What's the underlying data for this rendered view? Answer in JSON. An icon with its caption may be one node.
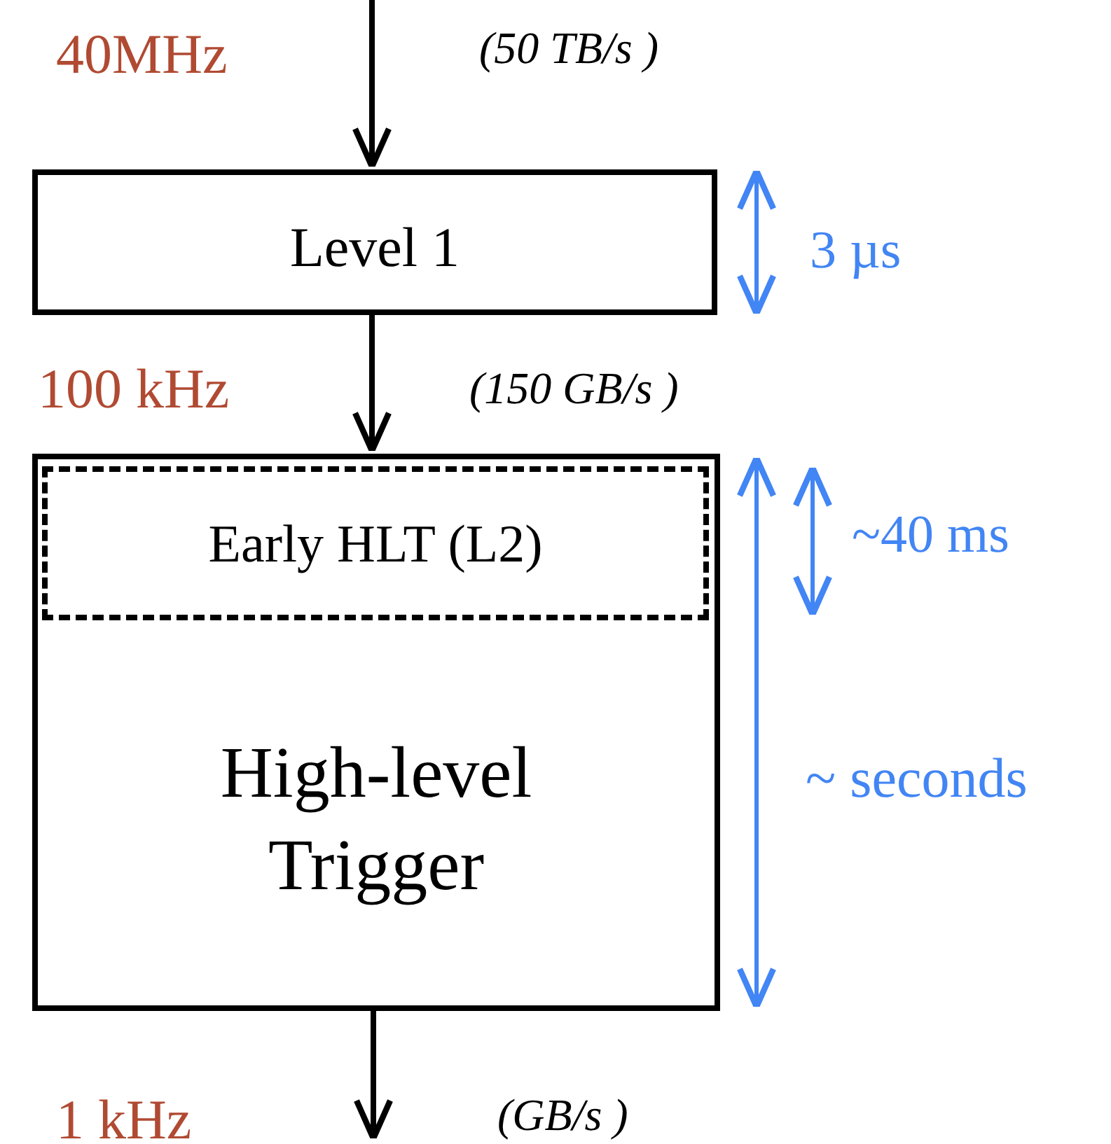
{
  "diagram": {
    "nodes": [
      {
        "text": [
          "Level 1"
        ],
        "beside": [
          "3 µs"
        ]
      },
      {
        "text": [
          "High-level Trigger"
        ],
        "beside": [
          "~ seconds"
        ]
      },
      {
        "text": [
          "Early HLT (L2)"
        ],
        "in": 1,
        "beside": [
          "~40 ms"
        ]
      }
    ],
    "edges": [
      {
        "from": null,
        "to": 0,
        "arrow": "to"
      },
      {
        "from": 0,
        "to": 1,
        "arrow": "to"
      },
      {
        "from": 1,
        "to": null,
        "arrow": "to"
      }
    ],
    "labels": [
      "40MHz",
      "(50 TB/s )",
      "100 kHz",
      "(150 GB/s )",
      "1 kHz",
      "(GB/s )"
    ]
  }
}
